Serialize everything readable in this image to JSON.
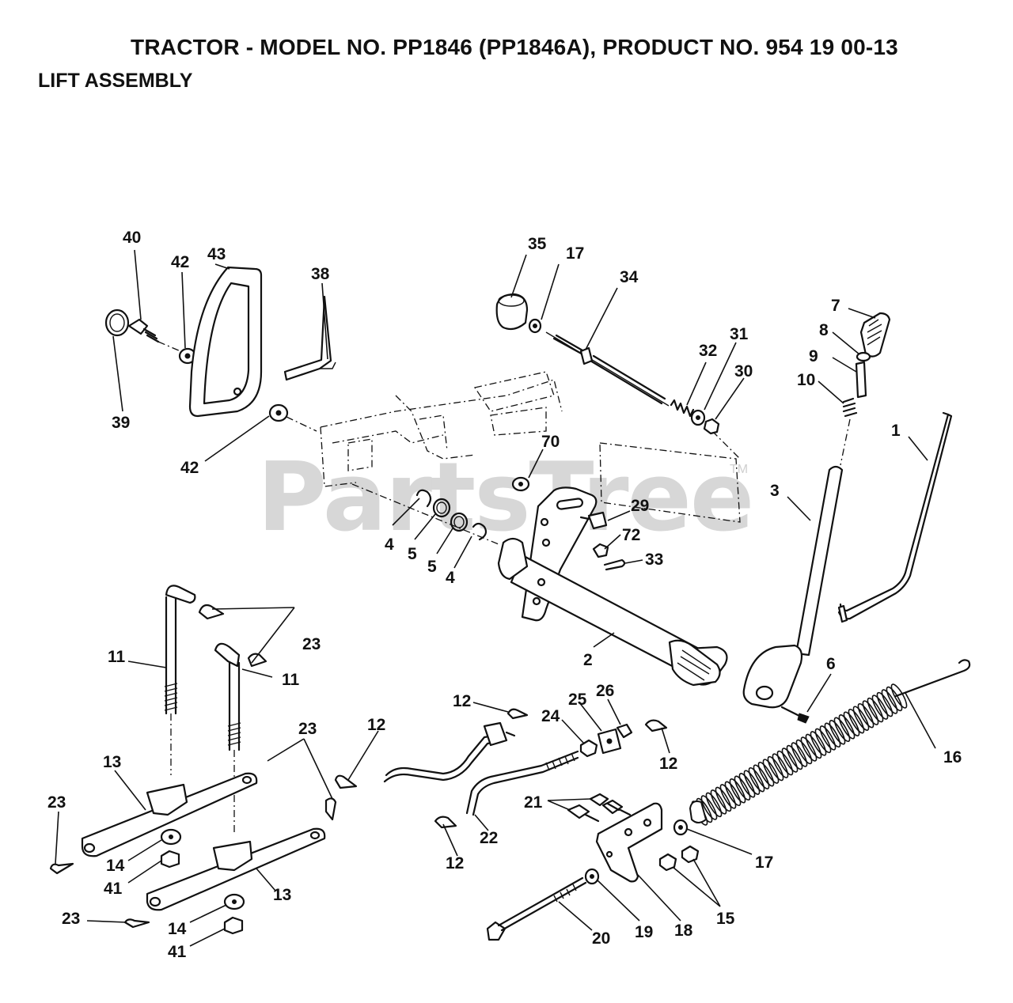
{
  "title": "TRACTOR - MODEL NO. PP1846 (PP1846A), PRODUCT NO. 954 19 00-13",
  "subtitle": "LIFT ASSEMBLY",
  "watermark": {
    "text": "PartsTree",
    "tm": "TM"
  },
  "callouts": [
    "40",
    "42",
    "43",
    "38",
    "39",
    "42",
    "35",
    "17",
    "34",
    "32",
    "31",
    "30",
    "7",
    "8",
    "9",
    "10",
    "1",
    "70",
    "29",
    "72",
    "33",
    "3",
    "4",
    "5",
    "5",
    "4",
    "2",
    "6",
    "11",
    "23",
    "11",
    "23",
    "13",
    "23",
    "14",
    "41",
    "13",
    "23",
    "14",
    "41",
    "12",
    "12",
    "25",
    "26",
    "24",
    "12",
    "22",
    "12",
    "21",
    "16",
    "17",
    "15",
    "18",
    "19",
    "20"
  ]
}
